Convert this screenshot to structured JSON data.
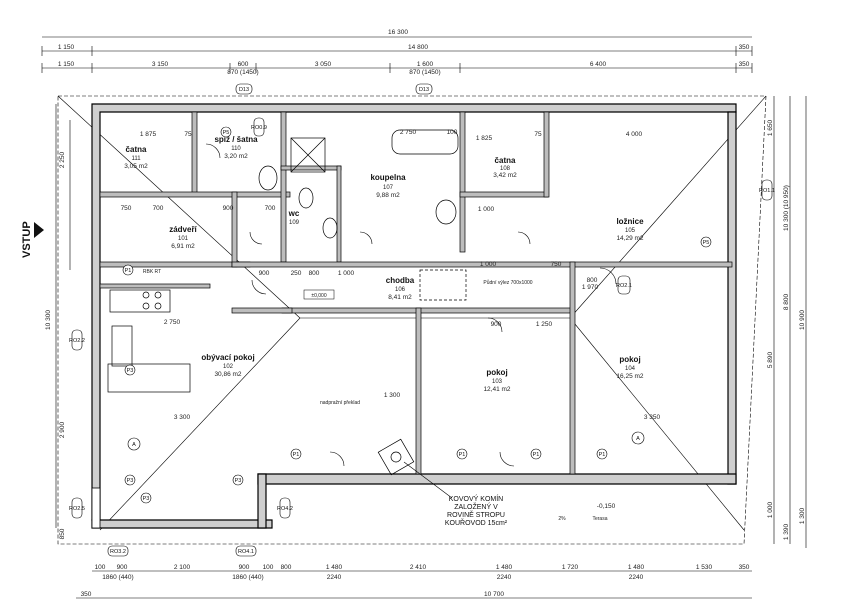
{
  "entrance_label": "VSTUP",
  "dims_top": {
    "total": "16 300",
    "row1": [
      "1 150",
      "14 800",
      "350"
    ],
    "row2": [
      "1 150",
      "3 150",
      "600",
      "3 050",
      "1 600",
      "6 400",
      "350"
    ],
    "row2_sub": [
      "870 (1450)",
      "870 (1450)"
    ]
  },
  "dims_bottom": {
    "row1": [
      "100",
      "900",
      "2 100",
      "900",
      "100",
      "800",
      "1 480",
      "2 410",
      "1 480",
      "1 720",
      "1 480",
      "1 530",
      "350"
    ],
    "row1_sub": [
      "1860 (440)",
      "1860 (440)",
      "2240",
      "2240",
      "2240"
    ],
    "row2": [
      "350",
      "10 700"
    ]
  },
  "dims_right": [
    "1 650",
    "10 300 (10 950)",
    "8 800",
    "5 890",
    "10 900",
    "1 000",
    "1 390",
    "1 300"
  ],
  "dims_left": [
    "2 250",
    "10 300",
    "2 900",
    "850"
  ],
  "dims_interior": [
    "1 875",
    "75",
    "2 750",
    "100",
    "1 825",
    "75",
    "4 000",
    "750",
    "700",
    "900",
    "700",
    "2 750",
    "1 000",
    "900",
    "250",
    "800",
    "1 000",
    "3 300",
    "3 350",
    "1 300",
    "900",
    "1 250",
    "1 970",
    "1 000",
    "800",
    "750"
  ],
  "rooms": [
    {
      "name": "čatna",
      "num": "111",
      "area": "3,05 m2"
    },
    {
      "name": "spíž / šatna",
      "num": "110",
      "area": "3,20 m2"
    },
    {
      "name": "koupelna",
      "num": "107",
      "area": "9,88 m2"
    },
    {
      "name": "čatna",
      "num": "108",
      "area": "3,42 m2"
    },
    {
      "name": "ložnice",
      "num": "105",
      "area": "14,29 m2"
    },
    {
      "name": "zádveří",
      "num": "101",
      "area": "6,91 m2"
    },
    {
      "name": "wc",
      "num": "109",
      "area": ""
    },
    {
      "name": "chodba",
      "num": "106",
      "area": "8,41 m2"
    },
    {
      "name": "obývací pokoj",
      "num": "102",
      "area": "30,86 m2"
    },
    {
      "name": "pokoj",
      "num": "103",
      "area": "12,41 m2"
    },
    {
      "name": "pokoj",
      "num": "104",
      "area": "16,25 m2"
    }
  ],
  "notes": {
    "chimney": [
      "KOVOVÝ KOMÍN",
      "ZALOŽENÝ V",
      "ROVINĚ STROPU",
      "KOUŘOVOD 15cm²"
    ],
    "level": "±0,000",
    "terrace_level": "-0,150",
    "terrace": "Terasa",
    "slope": "2%",
    "attic_hatch": "Půdní výlez 700x1000",
    "window_note": "nadpražní překlad",
    "rbk": "RBK RT"
  },
  "tags": [
    "D13",
    "D13",
    "P5",
    "P5",
    "P1",
    "P1",
    "P1",
    "P1",
    "P1",
    "P3",
    "P3",
    "P3",
    "P3",
    "A",
    "A",
    "RO3.2",
    "RO4.1",
    "RO4.2",
    "RO2.5",
    "RO2.2",
    "RO1.1",
    "RO2.1",
    "RO0.9"
  ]
}
